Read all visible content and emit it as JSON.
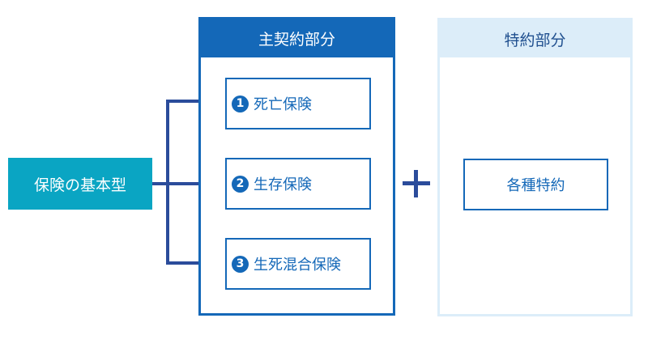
{
  "colors": {
    "basic_box": "#0aa5c3",
    "main_blue": "#1468b8",
    "connector": "#2b4c9b",
    "rider_light": "#dcedf9",
    "rider_text": "#1f4f8f"
  },
  "basic": {
    "label": "保険の基本型"
  },
  "main_contract": {
    "title": "主契約部分",
    "items": [
      {
        "number": "1",
        "label": "死亡保険"
      },
      {
        "number": "2",
        "label": "生存保険"
      },
      {
        "number": "3",
        "label": "生死混合保険"
      }
    ]
  },
  "operator": {
    "symbol": "plus"
  },
  "rider_contract": {
    "title": "特約部分",
    "items": [
      {
        "label": "各種特約"
      }
    ]
  }
}
